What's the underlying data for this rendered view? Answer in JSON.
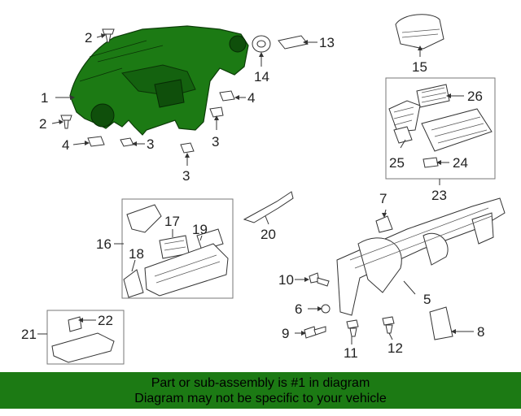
{
  "callouts": [
    {
      "id": "c1",
      "text": "1"
    },
    {
      "id": "c2a",
      "text": "2"
    },
    {
      "id": "c2b",
      "text": "2"
    },
    {
      "id": "c3a",
      "text": "3"
    },
    {
      "id": "c3b",
      "text": "3"
    },
    {
      "id": "c3c",
      "text": "3"
    },
    {
      "id": "c4a",
      "text": "4"
    },
    {
      "id": "c4b",
      "text": "4"
    },
    {
      "id": "c5",
      "text": "5"
    },
    {
      "id": "c6",
      "text": "6"
    },
    {
      "id": "c7",
      "text": "7"
    },
    {
      "id": "c8",
      "text": "8"
    },
    {
      "id": "c9",
      "text": "9"
    },
    {
      "id": "c10",
      "text": "10"
    },
    {
      "id": "c11",
      "text": "11"
    },
    {
      "id": "c12",
      "text": "12"
    },
    {
      "id": "c13",
      "text": "13"
    },
    {
      "id": "c14",
      "text": "14"
    },
    {
      "id": "c15",
      "text": "15"
    },
    {
      "id": "c16",
      "text": "16"
    },
    {
      "id": "c17",
      "text": "17"
    },
    {
      "id": "c18",
      "text": "18"
    },
    {
      "id": "c19",
      "text": "19"
    },
    {
      "id": "c20",
      "text": "20"
    },
    {
      "id": "c21",
      "text": "21"
    },
    {
      "id": "c22",
      "text": "22"
    },
    {
      "id": "c23",
      "text": "23"
    },
    {
      "id": "c24",
      "text": "24"
    },
    {
      "id": "c25",
      "text": "25"
    },
    {
      "id": "c26",
      "text": "26"
    }
  ],
  "banner": {
    "line1": "Part or sub-assembly is #1 in diagram",
    "line2": "Diagram may not be specific to your vehicle"
  },
  "colors": {
    "highlight": "#1c7a14",
    "banner_bg": "#1c7a14"
  }
}
